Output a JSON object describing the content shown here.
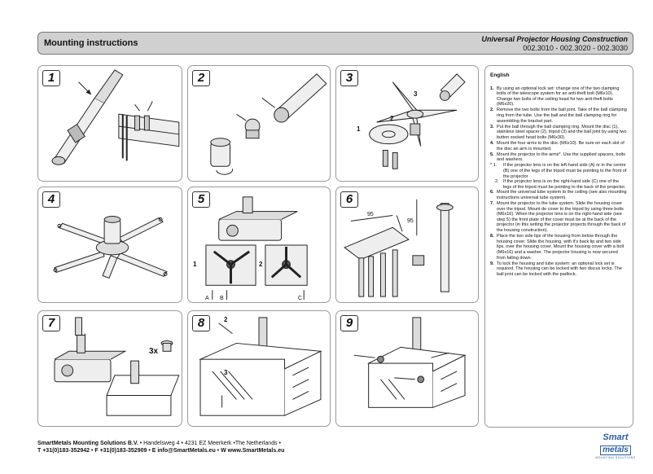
{
  "header": {
    "title": "Mounting instructions",
    "product": "Universal Projector Housing Construction",
    "codes": "002.3010 - 002.3020 - 002.3030"
  },
  "panels": {
    "p1": {
      "number": "1"
    },
    "p2": {
      "number": "2"
    },
    "p3": {
      "number": "3",
      "labels": [
        "1",
        "2",
        "3"
      ]
    },
    "p4": {
      "number": "4"
    },
    "p5": {
      "number": "5",
      "labels": [
        "1",
        "2",
        "A",
        "B",
        "C"
      ]
    },
    "p6": {
      "number": "6",
      "labels": [
        "95",
        "95"
      ]
    },
    "p7": {
      "number": "7",
      "labels": [
        "3x"
      ]
    },
    "p8": {
      "number": "8",
      "labels": [
        "2",
        "3"
      ]
    },
    "p9": {
      "number": "9"
    }
  },
  "instructions": {
    "language": "English",
    "steps": [
      {
        "n": "1.",
        "text": "By using an optional lock set: change one of the two clamping bolts of the telescope system for an anti-theft bolt (M6x10). Change two bolts of the ceiling head for two anti-theft bolts (M6x20)."
      },
      {
        "n": "2.",
        "text": "Remove the two bolts from the ball joint. Take of the ball clamping ring from the tube. Use the ball and the ball clamping ring for assembling the bracket part."
      },
      {
        "n": "3.",
        "text": "Put the ball through the ball clamping ring. Mount the disc (1), stainless steel spacer (2), tripod (3) and the ball joint by using two button socked head bolts (M6x30)."
      },
      {
        "n": "4.",
        "text": "Mount the four arms to the disc (M6x10). Be sure on each slot of the disc an arm is mounted."
      },
      {
        "n": "5.",
        "text": "Mount the projector to the arms*. Use the supplied spacers, bolts and washers."
      },
      {
        "n": "6.",
        "text": "Mount the universal tube system to the ceiling (see also mounting instructions universal tube system)."
      },
      {
        "n": "7.",
        "text": "Mount the projector to the tube system. Slide the housing cover over the tripod. Mount de cover to the tripod by using three bolts (M6x16). When the projector lens is on the right-hand side (see step 5) the front plate of the cover must be at the back of the projector (in this setting the projector projects through the back of the housing construction)."
      },
      {
        "n": "8.",
        "text": "Place the two side lips of the housing from below through the housing cover. Slide the housing, with it's back lip and two side lips, over the housing cover. Mount the housing cover with a bolt (M6x16) and a washer. The projector housing is now secured from falling down."
      },
      {
        "n": "9.",
        "text": "To lock the housing and tube system: an optional lock set is required. The housing can be locked with two discus locks. The ball joint can be locked with the padlock."
      }
    ],
    "substeps": [
      {
        "n": "* 1.",
        "text": "If the projector lens is on the left-hand side (A) or in the centre (B) one of the legs of the tripod must be pointing to the front of the projector"
      },
      {
        "n": "2.",
        "text": "If the projector lens is on the right-hand side (C) one of the legs of the tripod must be pointing to the back of the projector."
      }
    ]
  },
  "footer": {
    "company": "SmartMetals Mounting Solutions B.V.",
    "address": " • Handelsweg 4 • 4231 EZ Meerkerk •The Netherlands •",
    "contact": "T +31(0)183-352942 • F +31(0)183-352909 • E info@SmartMetals.eu • W www.SmartMetals.eu",
    "logo_top": "Smart",
    "logo_bottom": "metals",
    "logo_tag": "MOUNTING SOLUTIONS"
  },
  "colors": {
    "panel_border": "#9a9a9a",
    "header_bg": "#d0d0d0",
    "logo": "#2c5d9e"
  }
}
